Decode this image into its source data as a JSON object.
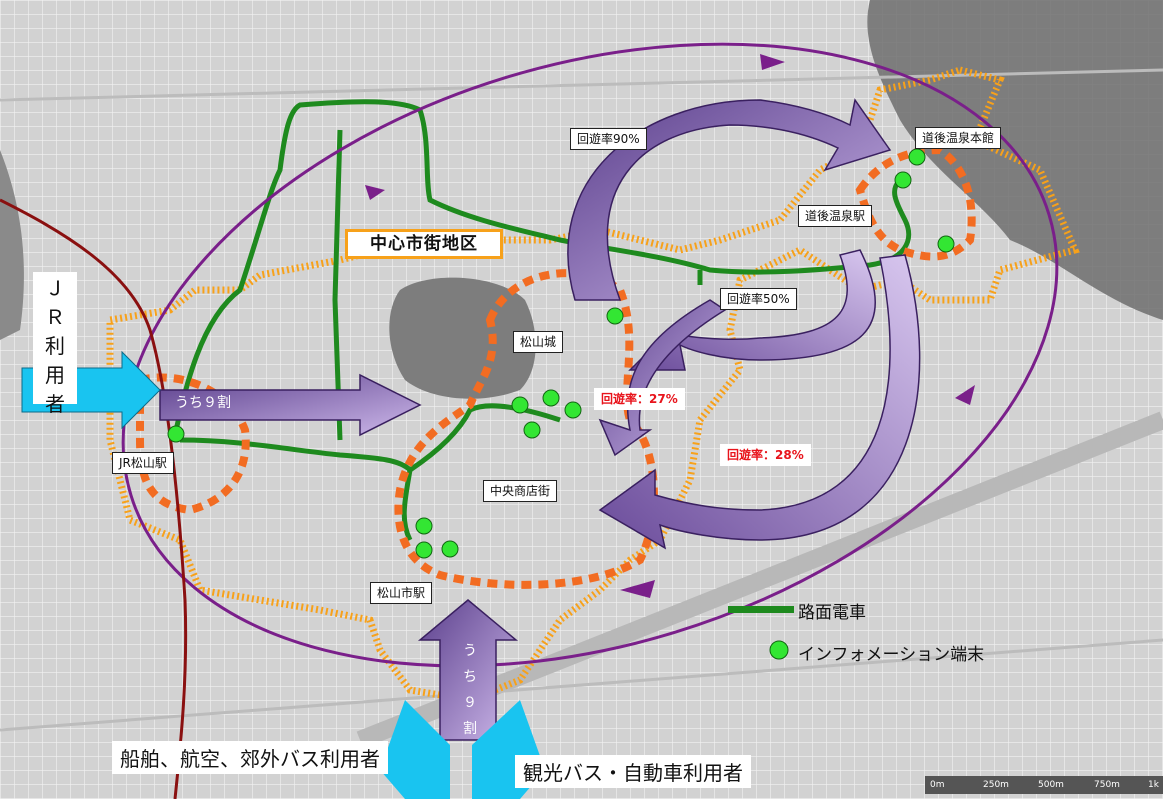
{
  "labels": {
    "district": "中心市街地区",
    "dogo_honkan": "道後温泉本館",
    "dogo_station": "道後温泉駅",
    "matsuyama_castle": "松山城",
    "central_shopping": "中央商店街",
    "matsuyamashi_station": "松山市駅",
    "jr_matsuyama_station": "JR松山駅"
  },
  "rates": {
    "r90": "回遊率90%",
    "r50": "回遊率50%",
    "r27": "回遊率：27%",
    "r28": "回遊率：28%"
  },
  "inflows": {
    "jr_users": [
      "Ｊ",
      "Ｒ",
      "利",
      "用",
      "者"
    ],
    "horizontal_share": "うち９割",
    "vertical_share": [
      "う",
      "ち",
      "９",
      "割"
    ],
    "ship_air_bus": "船舶、航空、郊外バス利用者",
    "tour_bus_car": "観光バス・自動車利用者"
  },
  "legend": {
    "tram": "路面電車",
    "info_terminal": "インフォメーション端末"
  },
  "scale_ticks": [
    "0m",
    "250m",
    "500m",
    "750m",
    "1k"
  ],
  "colors": {
    "tram": "#1e8a1e",
    "district_border": "#f7a11a",
    "circuit_ring": "#f26c22",
    "loop": "#7a1f8a",
    "purple_arrow": "#a98bd0",
    "cyan_arrow": "#19c4f0",
    "terminal": "#33e633",
    "jr_line": "#8a1010"
  }
}
